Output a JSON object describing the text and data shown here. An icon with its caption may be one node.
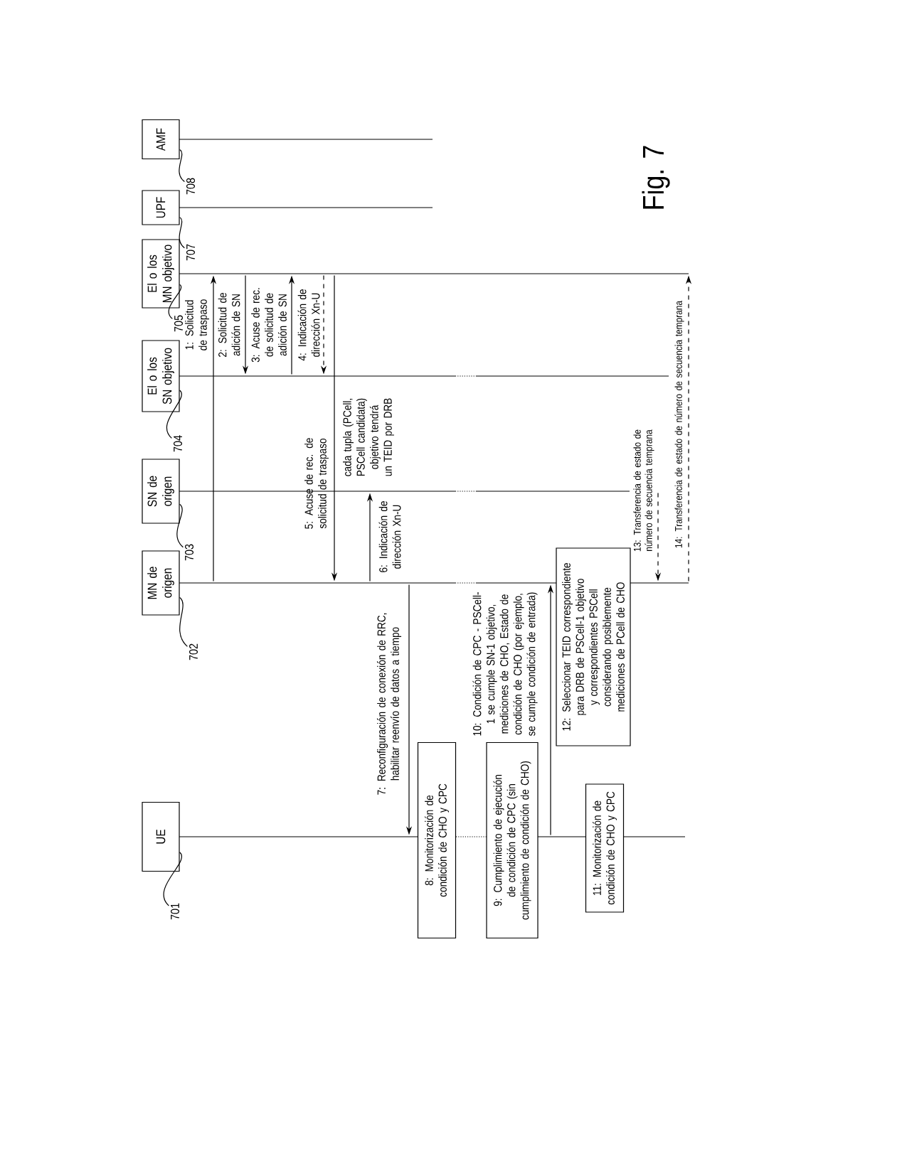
{
  "diagram": {
    "nodes": [
      {
        "text": [
          "UE"
        ]
      },
      {
        "text": [
          "MN de origen"
        ]
      },
      {
        "text": [
          "SN de origen"
        ]
      },
      {
        "text": [
          "El o los SN objetivo"
        ]
      },
      {
        "text": [
          "El o los MN objetivo"
        ]
      },
      {
        "text": [
          "UPF"
        ]
      },
      {
        "text": [
          "AMF"
        ]
      },
      {
        "text": [
          "8: Monitorización de condición de CHO y CPC"
        ]
      },
      {
        "text": [
          "9: Cumplimiento de ejecución de condición de CPC (sin cumplimiento de condición de CHO)"
        ]
      },
      {
        "text": [
          "11: Monitorización de condición de CHO y CPC"
        ]
      },
      {
        "text": [
          "12: Seleccionar TEID correspondiente para DRB de PSCell-1 objetivo y correspondientes PSCell considerando posiblemente mediciones de PCell de CHO"
        ]
      },
      {
        "text": [
          "701"
        ]
      },
      {
        "text": [
          "702"
        ]
      },
      {
        "text": [
          "703"
        ]
      },
      {
        "text": [
          "704"
        ]
      },
      {
        "text": [
          "705"
        ]
      },
      {
        "text": [
          "707"
        ]
      },
      {
        "text": [
          "708"
        ]
      },
      {
        "text": [],
        "shape": "line"
      },
      {
        "text": [],
        "shape": "line"
      },
      {
        "text": [],
        "shape": "line"
      },
      {
        "text": [],
        "shape": "line"
      },
      {
        "text": [],
        "shape": "line"
      },
      {
        "text": [],
        "shape": "line"
      },
      {
        "text": [],
        "shape": "line"
      }
    ],
    "edges": [
      {
        "from": 23,
        "to": 20,
        "arrow": "to",
        "label": "1: Solicitud de traspaso"
      },
      {
        "from": 20,
        "to": 21,
        "arrow": "to",
        "label": "2: Solicitud de adición de SN"
      },
      {
        "from": 21,
        "to": 20,
        "arrow": "to",
        "label": "3: Acuse de rec. de solicitud de adición de SN"
      },
      {
        "from": 20,
        "to": 21,
        "arrow": "to",
        "label": "4: Indicación de dirección Xn-U",
        "style": "dashed"
      },
      {
        "from": 20,
        "to": 23,
        "arrow": "to",
        "label": "5: Acuse de rec. de solicitud de traspaso"
      },
      {
        "from": 23,
        "to": 22,
        "arrow": "to",
        "label": "6: Indicación de dirección Xn-U"
      },
      {
        "from": 23,
        "to": 24,
        "arrow": "to",
        "label": "7: Reconfiguración de conexión de RRC, habilitar reenvío de datos a tiempo"
      },
      {
        "from": 24,
        "to": 23,
        "arrow": "to",
        "label": "10: Condición de CPC - PSCell-1 se cumple SN-1 objetivo, mediciones de CHO, Estado de condición de CHO (por ejemplo, se cumple condición de entrada)"
      },
      {
        "from": 22,
        "to": 23,
        "arrow": "to",
        "label": "13: Transferencia de estado de número de secuencia temprana",
        "style": "dashed"
      },
      {
        "from": 23,
        "to": 20,
        "arrow": "to",
        "label": "14: Transferencia de estado de número de secuencia temprana",
        "style": "dashed"
      },
      {
        "from": 11,
        "to": 0,
        "arrow": "none"
      },
      {
        "from": 12,
        "to": 1,
        "arrow": "none"
      },
      {
        "from": 13,
        "to": 2,
        "arrow": "none"
      },
      {
        "from": 14,
        "to": 3,
        "arrow": "none"
      },
      {
        "from": 15,
        "to": 4,
        "arrow": "none"
      },
      {
        "from": 16,
        "to": 5,
        "arrow": "none"
      },
      {
        "from": 17,
        "to": 6,
        "arrow": "none"
      }
    ],
    "labels": [
      "cada tupla (PCell, PSCell candidata) objetivo tendrá un TEID por DRB",
      "Fig. 7"
    ]
  }
}
